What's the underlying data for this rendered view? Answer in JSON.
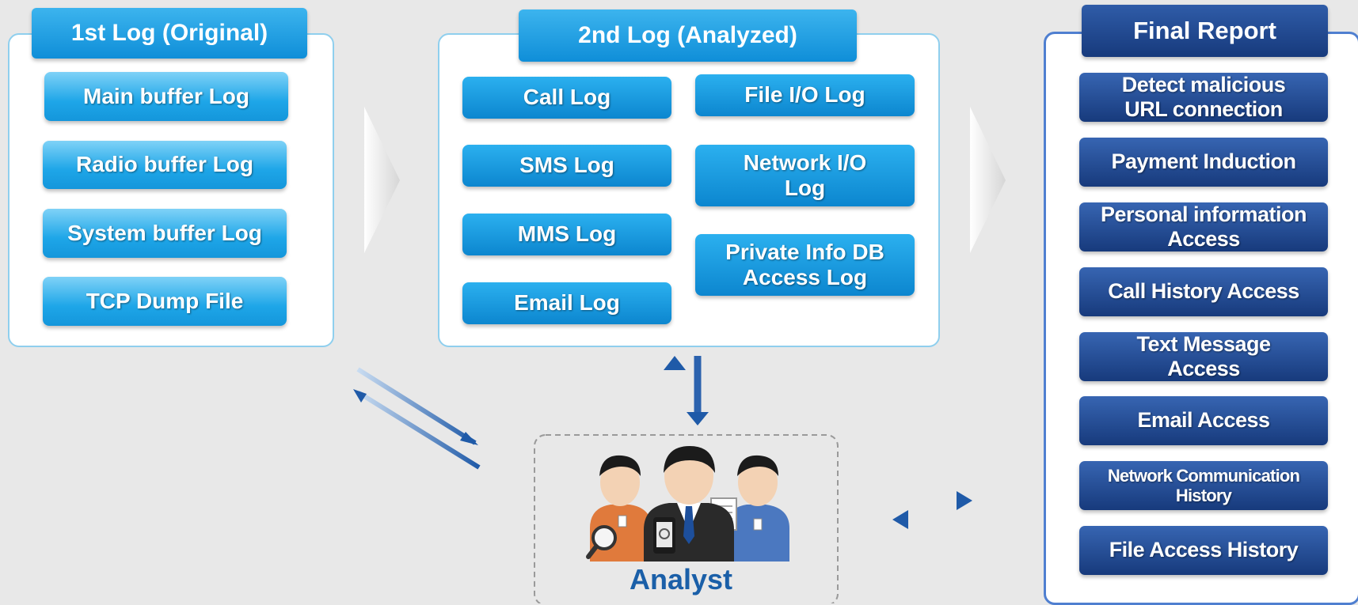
{
  "first_log": {
    "title": "1st Log (Original)",
    "items": [
      "Main buffer Log",
      "Radio buffer Log",
      "System buffer Log",
      "TCP Dump File"
    ]
  },
  "second_log": {
    "title": "2nd Log (Analyzed)",
    "left_items": [
      "Call Log",
      "SMS Log",
      "MMS Log",
      "Email Log"
    ],
    "right_items": [
      "File I/O Log",
      "Network I/O Log",
      "Private Info DB Access Log"
    ]
  },
  "final_report": {
    "title": "Final Report",
    "items": [
      "Detect malicious URL connection",
      "Payment Induction",
      "Personal information Access",
      "Call History Access",
      "Text Message Access",
      "Email Access",
      "Network Communication History",
      "File Access History"
    ]
  },
  "analyst": {
    "label": "Analyst"
  },
  "colors": {
    "light_blue": "#1ea6e8",
    "mid_blue": "#0f8ed8",
    "navy": "#173a7c",
    "border": "#8fcfee",
    "analyst_text": "#1a5fa8"
  }
}
